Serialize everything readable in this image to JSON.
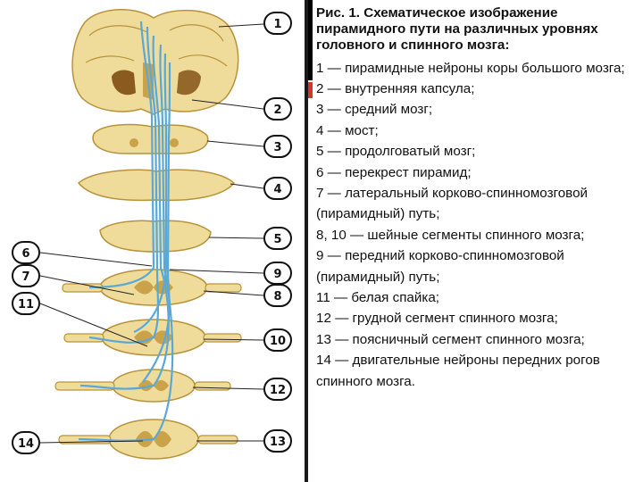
{
  "caption": {
    "title": "Рис. 1. Схематическое изображение пирамидного пути на различных уровнях головного и спинного мозга:",
    "items": [
      "1 — пирамидные нейроны коры большого мозга;",
      "2 — внутренняя капсула;",
      "3 — средний мозг;",
      "4 — мост;",
      "5 — продолговатый мозг;",
      "6 — перекрест пирамид;",
      "7 — латеральный корково-спинномозговой (пирамидный) путь;",
      "8, 10 — шейные сегменты спинного мозга;",
      "9 — передний корково-спинномозговой (пирамидный) путь;",
      "11 — белая спайка;",
      "12 — грудной сегмент спинного мозга;",
      "13 — поясничный сегмент спинного мозга;",
      "14 — двигательные нейроны передних рогов спинного мозга."
    ]
  },
  "labels": {
    "l1": "1",
    "l2": "2",
    "l3": "3",
    "l4": "4",
    "l5": "5",
    "l6": "6",
    "l7": "7",
    "l8": "8",
    "l9": "9",
    "l10": "10",
    "l11": "11",
    "l12": "12",
    "l13": "13",
    "l14": "14"
  },
  "colors": {
    "tissue": "#f0dc9a",
    "tissue_edge": "#b8923a",
    "gray_matter": "#c9a24a",
    "pathway": "#5aa8d8",
    "ventricle": "#8a5a1e",
    "accent_red": "#d8342a"
  }
}
